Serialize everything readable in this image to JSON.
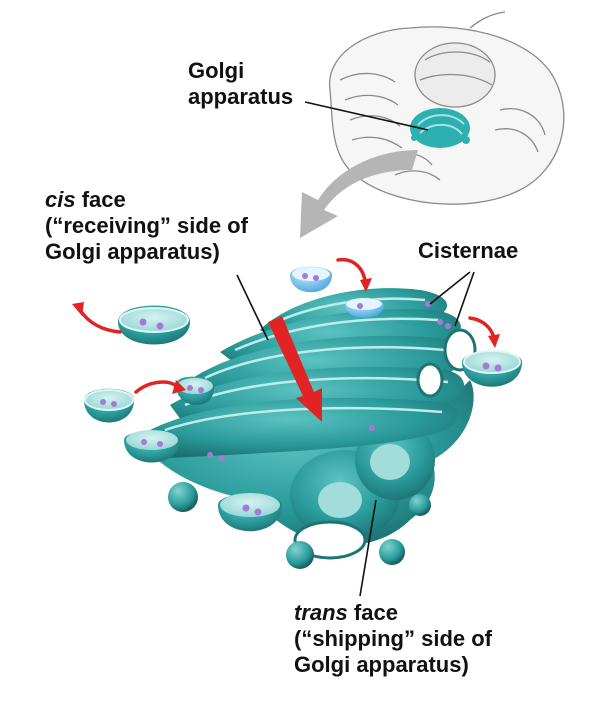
{
  "figure": {
    "colors": {
      "golgi_teal": "#2a9a9a",
      "golgi_dark": "#1e7474",
      "golgi_light": "#aee3e2",
      "vesicle_purple": "#a57ad6",
      "arrow_red": "#e22323",
      "arrow_gray": "#b5b5b5",
      "cell_line": "#8a8a8a"
    },
    "labels": {
      "golgi_top_line1": "Golgi",
      "golgi_top_line2": "apparatus",
      "cis_italic": "cis",
      "cis_rest": " face",
      "cis_line2": "(“receiving” side of",
      "cis_line3": "Golgi apparatus)",
      "cisternae": "Cisternae",
      "trans_italic": "trans",
      "trans_rest": " face",
      "trans_line2": "(“shipping” side of",
      "trans_line3": "Golgi apparatus)"
    },
    "icons": [
      "cell-outline-icon",
      "curved-gray-arrow-icon",
      "red-arrow-icon",
      "vesicle-icon"
    ]
  }
}
